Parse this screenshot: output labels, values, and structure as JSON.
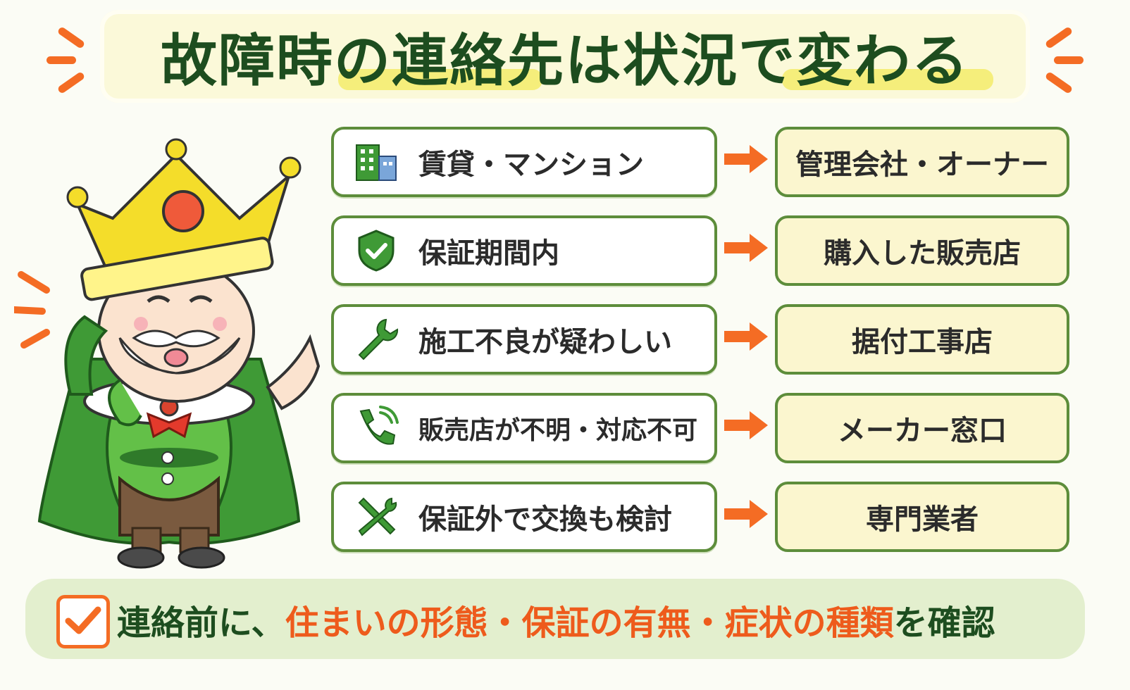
{
  "title": {
    "text": "故障時の連絡先は状況で変わる"
  },
  "rows": [
    {
      "icon": "apartment-building-icon",
      "condition": "賃貸・マンション",
      "contact": "管理会社・オーナー"
    },
    {
      "icon": "shield-check-icon",
      "condition": "保証期間内",
      "contact": "購入した販売店"
    },
    {
      "icon": "wrench-icon",
      "condition": "施工不良が疑わしい",
      "contact": "据付工事店"
    },
    {
      "icon": "phone-ringing-icon",
      "condition": "販売店が不明・対応不可",
      "contact": "メーカー窓口"
    },
    {
      "icon": "tools-crossed-icon",
      "condition": "保証外で交換も検討",
      "contact": "専門業者"
    }
  ],
  "footer": {
    "lead": "連絡前に、",
    "highlight": "住まいの形態・保証の有無・症状の種類",
    "tail": "を確認"
  },
  "colors": {
    "dark_green": "#1d4d1f",
    "border_green": "#5d8d3b",
    "accent_orange": "#f46c24",
    "box_yellow": "#fbf6cf"
  }
}
